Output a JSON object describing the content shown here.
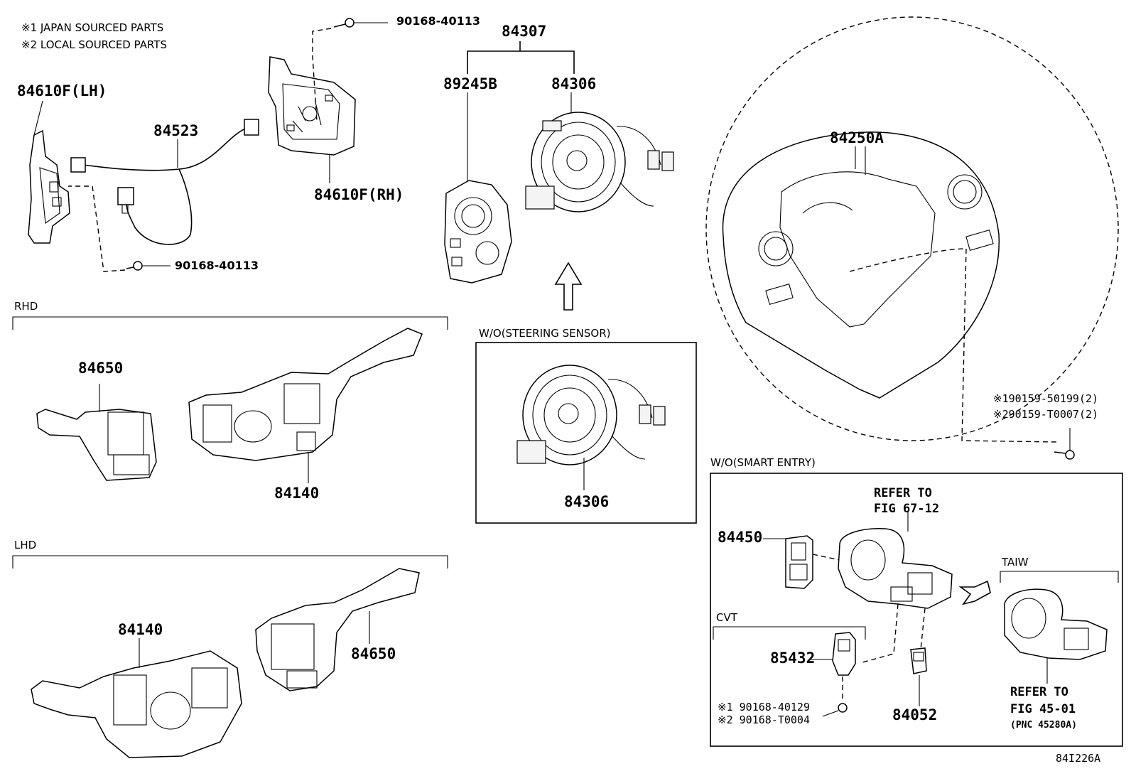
{
  "notes": {
    "japan": "※1 JAPAN SOURCED PARTS",
    "local": "※2 LOCAL SOURCED PARTS"
  },
  "parts": {
    "p84610F_LH": "84610F(LH)",
    "p84523": "84523",
    "p84610F_RH": "84610F(RH)",
    "p90168_40113_top": "90168-40113",
    "p90168_40113_bottom": "90168-40113",
    "p84307": "84307",
    "p89245B": "89245B",
    "p84306_top": "84306",
    "p84306_box": "84306",
    "p84250A": "84250A",
    "p84650_rhd": "84650",
    "p84140_rhd": "84140",
    "p84140_lhd": "84140",
    "p84650_lhd": "84650",
    "p84450": "84450",
    "p85432": "85432",
    "p84052": "84052"
  },
  "screws": {
    "wheel_1": "※190159-50199(2)",
    "wheel_2": "※290159-T0007(2)",
    "cvt_1": "※1 90168-40129",
    "cvt_2": "※2 90168-T0004"
  },
  "sections": {
    "rhd": "RHD",
    "lhd": "LHD",
    "wo_steering_sensor": "W/O(STEERING SENSOR)",
    "wo_smart_entry": "W/O(SMART ENTRY)",
    "cvt": "CVT",
    "taiw": "TAIW"
  },
  "refs": {
    "fig67_a": "REFER TO",
    "fig67_b": "FIG 67-12",
    "fig45_a": "REFER TO",
    "fig45_b": "FIG 45-01",
    "fig45_c": "(PNC 45280A)"
  },
  "diagram_id": "84I226A"
}
